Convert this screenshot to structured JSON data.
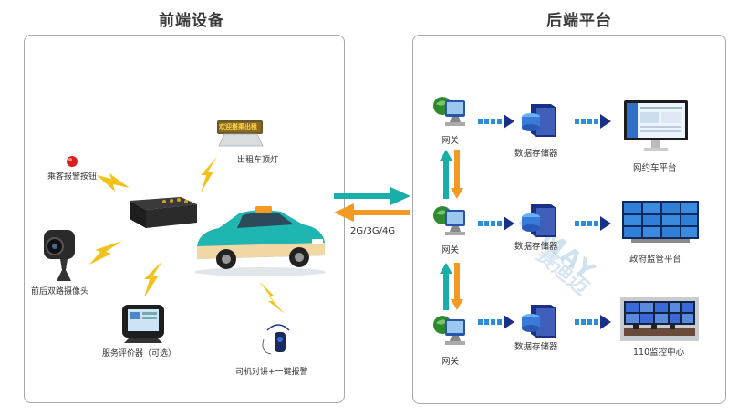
{
  "headings": {
    "front": "前端设备",
    "back": "后端平台"
  },
  "front": {
    "panic_button": "乘客报警按钮",
    "taxi_roof_light": "出租车顶灯",
    "camera": "前后双路摄像头",
    "evaluator": "服务评价器（可选）",
    "intercom": "司机对讲+一键报警",
    "roof_sign_text": "欢迎搭乘出租"
  },
  "link": {
    "network": "2G/3G/4G"
  },
  "back": {
    "rows": [
      {
        "gateway": "网关",
        "storage": "数据存储器",
        "platform": "网约车平台"
      },
      {
        "gateway": "网关",
        "storage": "数据存储器",
        "platform": "政府监管平台"
      },
      {
        "gateway": "网关",
        "storage": "数据存储器",
        "platform": "110监控中心"
      }
    ]
  },
  "watermark": {
    "latin": "SIMAY",
    "chinese": "赛迪迈"
  },
  "colors": {
    "teal": "#1aaea8",
    "orange": "#f39a22",
    "navy": "#1a2f86",
    "bolt": "#f2c21b"
  }
}
